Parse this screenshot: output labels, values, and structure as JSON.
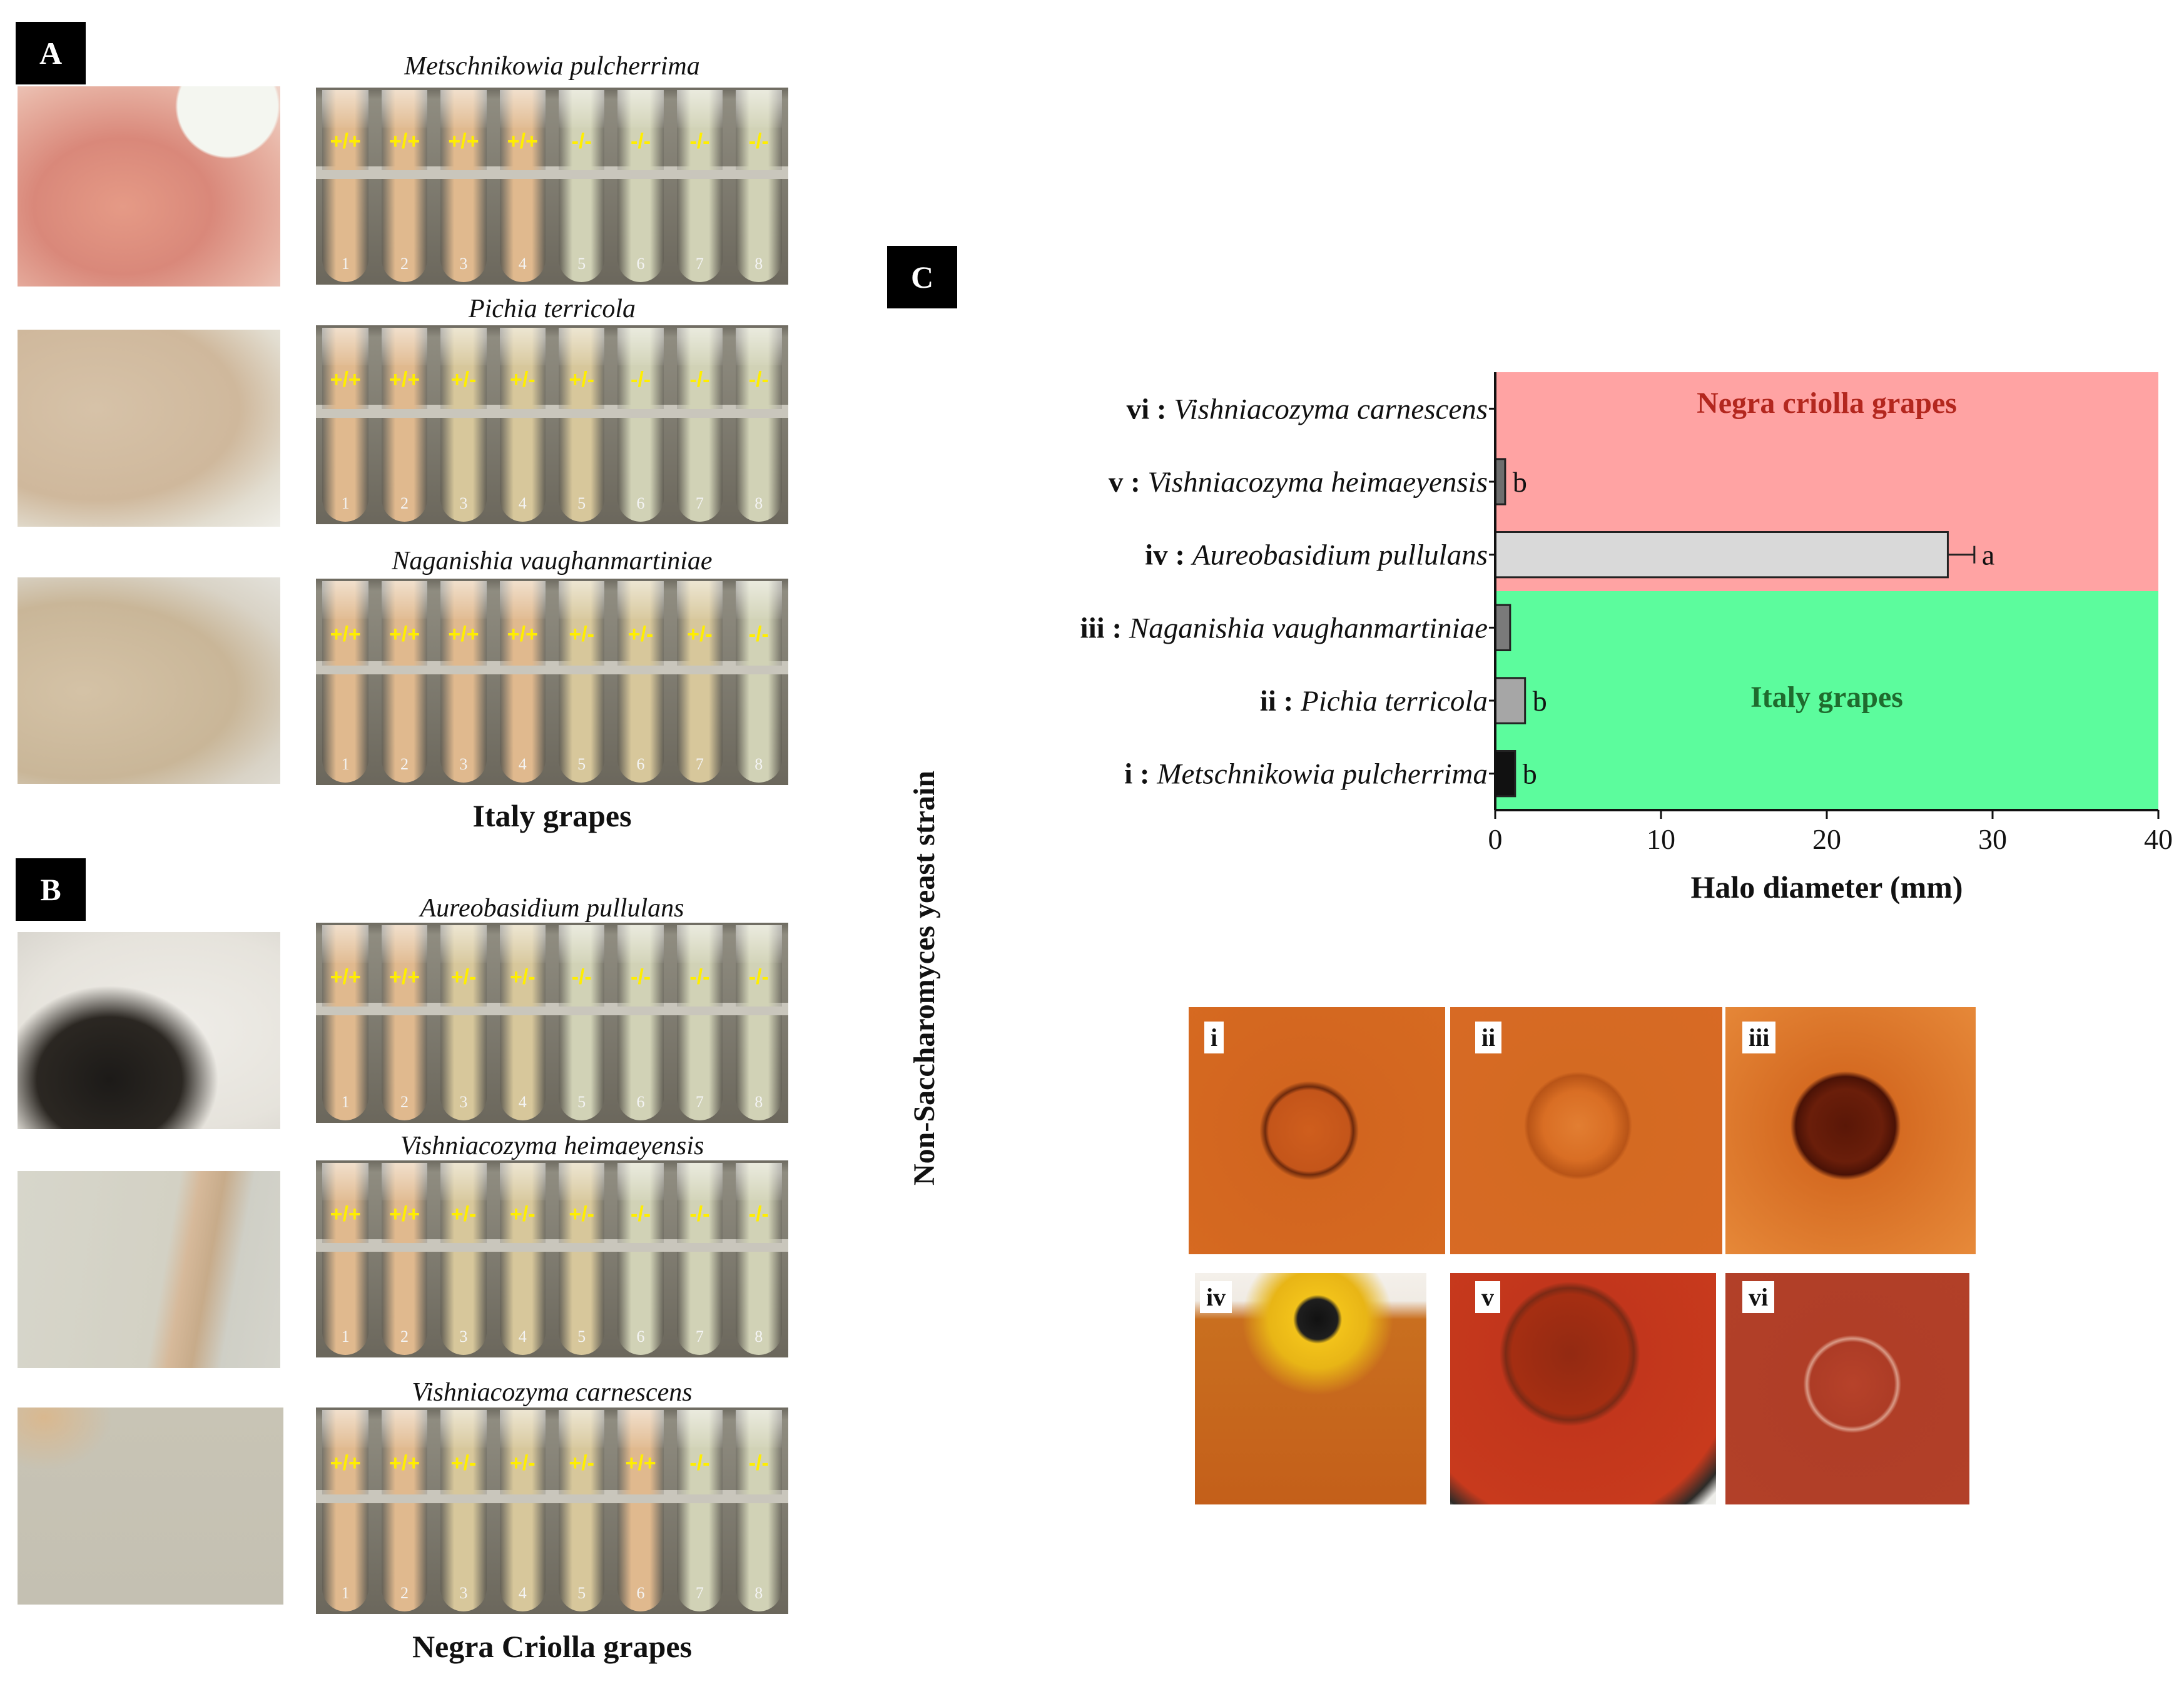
{
  "panel_a": {
    "letter": "A",
    "caption": "Italy grapes",
    "groups": [
      {
        "species": "Metschnikowia pulcherrima",
        "marks": [
          "+/+",
          "+/+",
          "+/+",
          "+/+",
          "-/-",
          "-/-",
          "-/-",
          "-/-"
        ],
        "numbers": [
          "1",
          "2",
          "3",
          "4",
          "5",
          "6",
          "7",
          "8"
        ]
      },
      {
        "species": "Pichia terricola",
        "marks": [
          "+/+",
          "+/+",
          "+/-",
          "+/-",
          "+/-",
          "-/-",
          "-/-",
          "-/-"
        ],
        "numbers": [
          "1",
          "2",
          "3",
          "4",
          "5",
          "6",
          "7",
          "8"
        ]
      },
      {
        "species": "Naganishia vaughanmartiniae",
        "marks": [
          "+/+",
          "+/+",
          "+/+",
          "+/+",
          "+/-",
          "+/-",
          "+/-",
          "-/-"
        ],
        "numbers": [
          "1",
          "2",
          "3",
          "4",
          "5",
          "6",
          "7",
          "8"
        ]
      }
    ]
  },
  "panel_b": {
    "letter": "B",
    "caption": "Negra Criolla grapes",
    "groups": [
      {
        "species": "Aureobasidium pullulans",
        "marks": [
          "+/+",
          "+/+",
          "+/-",
          "+/-",
          "-/-",
          "-/-",
          "-/-",
          "-/-"
        ],
        "numbers": [
          "1",
          "2",
          "3",
          "4",
          "5",
          "6",
          "7",
          "8"
        ]
      },
      {
        "species": "Vishniacozyma heimaeyensis",
        "marks": [
          "+/+",
          "+/+",
          "+/-",
          "+/-",
          "+/-",
          "-/-",
          "-/-",
          "-/-"
        ],
        "numbers": [
          "1",
          "2",
          "3",
          "4",
          "5",
          "6",
          "7",
          "8"
        ]
      },
      {
        "species": "Vishniacozyma carnescens",
        "marks": [
          "+/+",
          "+/+",
          "+/-",
          "+/-",
          "+/-",
          "+/+",
          "-/-",
          "-/-"
        ],
        "numbers": [
          "1",
          "2",
          "3",
          "4",
          "5",
          "6",
          "7",
          "8"
        ]
      }
    ]
  },
  "panel_c": {
    "letter": "C",
    "dish_labels": [
      "i",
      "ii",
      "iii",
      "iv",
      "v",
      "vi"
    ]
  },
  "chart_data": {
    "type": "bar",
    "orientation": "horizontal",
    "ylabel": "Non-Saccharomyces yeast strain",
    "xlabel": "Halo diameter (mm)",
    "xlim": [
      0,
      40
    ],
    "xticks": [
      "0",
      "10",
      "20",
      "30",
      "40"
    ],
    "grid": false,
    "regions": [
      {
        "label": "Negra criolla grapes",
        "color": "#ffa3a3",
        "text_color": "#b3271e",
        "rows": [
          "vi",
          "v",
          "iv"
        ]
      },
      {
        "label": "Italy grapes",
        "color": "#5cfc9d",
        "text_color": "#1f6b2e",
        "rows": [
          "iii",
          "ii",
          "i"
        ]
      }
    ],
    "categories": [
      {
        "numeral": "vi",
        "species": "Vishniacozyma carnescens",
        "value": 0,
        "error": 0,
        "letter": "",
        "color": "#ffffff"
      },
      {
        "numeral": "v",
        "species": "Vishniacozyma heimaeyensis",
        "value": 0.6,
        "error": 0,
        "letter": "b",
        "color": "#6e6e6e"
      },
      {
        "numeral": "iv",
        "species": "Aureobasidium pullulans",
        "value": 27.3,
        "error": 1.6,
        "letter": "a",
        "color": "#d9d9d9"
      },
      {
        "numeral": "iii",
        "species": "Naganishia vaughanmartiniae",
        "value": 0.9,
        "error": 0,
        "letter": "",
        "color": "#7a7a7a"
      },
      {
        "numeral": "ii",
        "species": "Pichia terricola",
        "value": 1.8,
        "error": 0,
        "letter": "b",
        "color": "#a6a6a6"
      },
      {
        "numeral": "i",
        "species": "Metschnikowia pulcherrima",
        "value": 1.2,
        "error": 0,
        "letter": "b",
        "color": "#111111"
      }
    ]
  }
}
